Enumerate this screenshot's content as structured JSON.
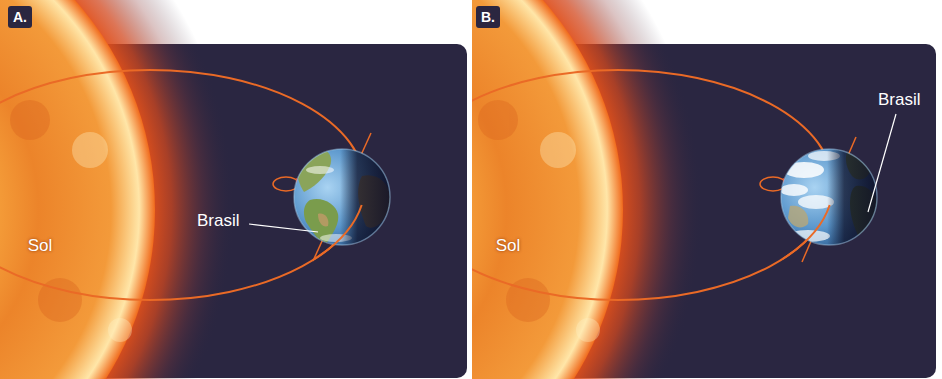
{
  "diagram": {
    "nodes": [
      {
        "text": [
          "A."
        ]
      },
      {
        "text": [
          "Sol"
        ],
        "in": 0
      },
      {
        "text": [
          "B."
        ]
      },
      {
        "text": [
          "Sol"
        ],
        "in": 2
      }
    ],
    "labels": [
      "Brasil",
      "Brasil"
    ]
  }
}
